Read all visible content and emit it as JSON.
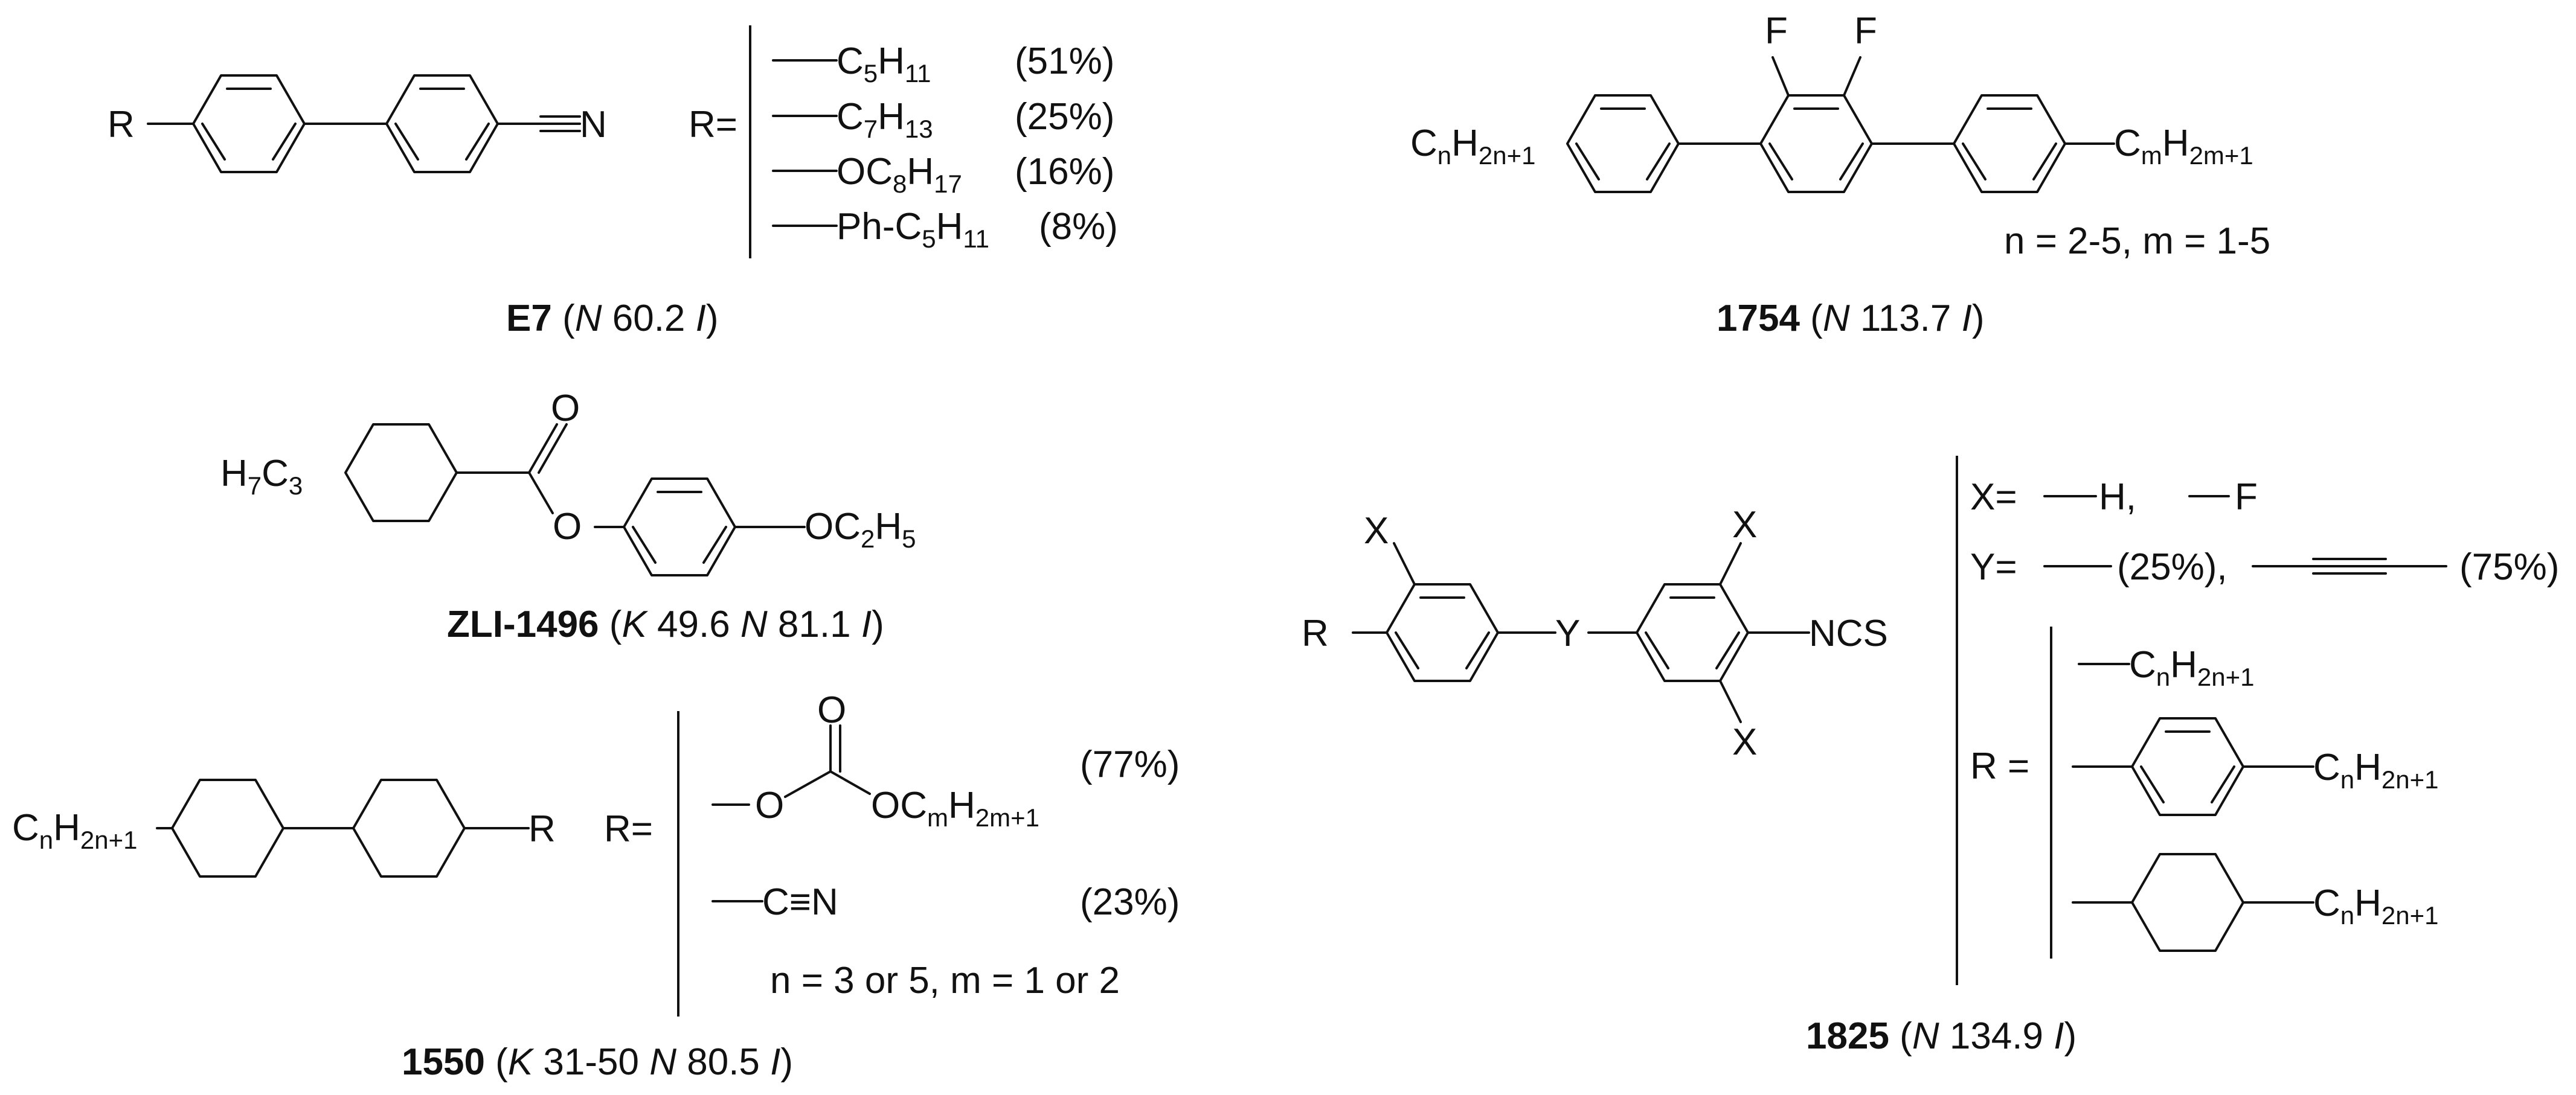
{
  "colors": {
    "ink": "#111111",
    "background": "#ffffff"
  },
  "e7": {
    "name": "E7",
    "phase_open": "(",
    "phase_n": "N",
    "phase_temp": " 60.2 ",
    "phase_i": "I",
    "phase_close": ")",
    "r_label": "R",
    "nitrile_n": "N",
    "r_eq": "R=",
    "substituents": [
      {
        "base1": "C",
        "sub1": "5",
        "base2": "H",
        "sub2": "11",
        "pct": "(51%)"
      },
      {
        "base1": "C",
        "sub1": "7",
        "base2": "H",
        "sub2": "13",
        "pct": "(25%)"
      },
      {
        "base1": "OC",
        "sub1": "8",
        "base2": "H",
        "sub2": "17",
        "pct": "(16%)"
      },
      {
        "base1": "Ph-C",
        "sub1": "5",
        "base2": "H",
        "sub2": "11",
        "pct": "(8%)"
      }
    ]
  },
  "c1754": {
    "name": "1754",
    "phase_open": "(",
    "phase_n": "N",
    "phase_temp": " 113.7 ",
    "phase_i": "I",
    "phase_close": ")",
    "f1": "F",
    "f2": "F",
    "left": {
      "a": "C",
      "a_sub": "n",
      "b": "H",
      "b_sub": "2n+1"
    },
    "right": {
      "a": "C",
      "a_sub": "m",
      "b": "H",
      "b_sub": "2m+1"
    },
    "range": "n = 2-5, m = 1-5"
  },
  "zli1496": {
    "name": "ZLI-1496",
    "phase_open": "(",
    "phase_k": "K",
    "phase_k_temp": " 49.6 ",
    "phase_n": "N",
    "phase_n_temp": " 81.1 ",
    "phase_i": "I",
    "phase_close": ")",
    "propyl": {
      "a": "H",
      "a_sub": "7",
      "b": "C",
      "b_sub": "3"
    },
    "carbonyl_o": "O",
    "ester_o": "O",
    "ethoxy": {
      "a": "OC",
      "a_sub": "2",
      "b": "H",
      "b_sub": "5"
    }
  },
  "c1550": {
    "name": "1550",
    "phase_open": "(",
    "phase_k": "K",
    "phase_k_temp": " 31-50 ",
    "phase_n": "N",
    "phase_n_temp": " 80.5 ",
    "phase_i": "I",
    "phase_close": ")",
    "left": {
      "a": "C",
      "a_sub": "n",
      "b": "H",
      "b_sub": "2n+1"
    },
    "r_label": "R",
    "r_eq": "R=",
    "carbonate_o_top": "O",
    "carbonate_o": "O",
    "carbonate_tail": {
      "a": "OC",
      "a_sub": "m",
      "b": "H",
      "b_sub": "2m+1"
    },
    "carbonate_pct": "(77%)",
    "cyano": "C≡N",
    "cyano_pct": "(23%)",
    "range": "n = 3 or 5, m = 1 or 2"
  },
  "c1825": {
    "name": "1825",
    "phase_open": "(",
    "phase_n": "N",
    "phase_temp": " 134.9 ",
    "phase_i": "I",
    "phase_close": ")",
    "x_label": "X",
    "y_label": "Y",
    "r_label": "R",
    "ncs": "NCS",
    "x_eq": "X=",
    "x_opt1": "H,",
    "x_opt2": "F",
    "y_eq": "Y=",
    "y_pct1": "(25%),",
    "y_pct2": "(75%)",
    "r_eq": "R =",
    "r_chain": {
      "a": "C",
      "a_sub": "n",
      "b": "H",
      "b_sub": "2n+1"
    }
  }
}
